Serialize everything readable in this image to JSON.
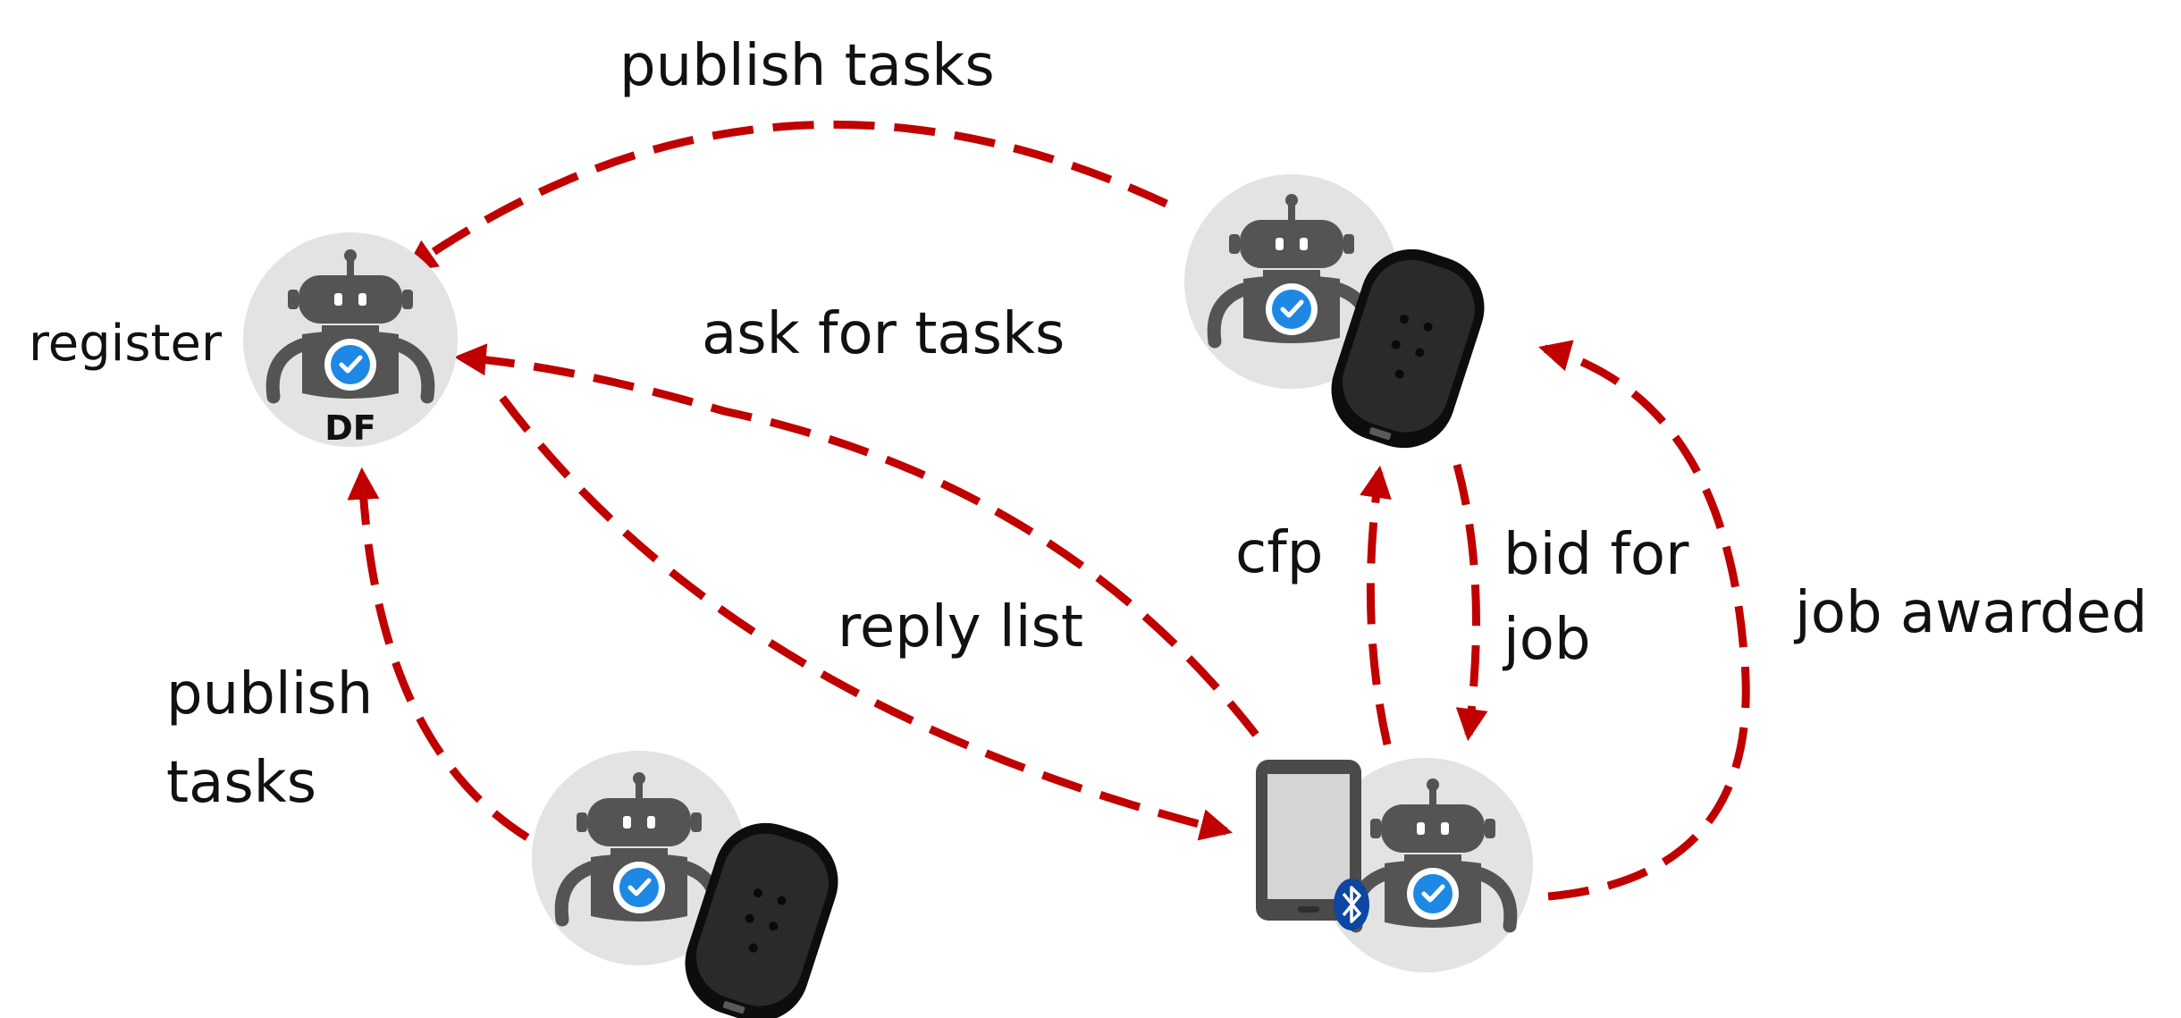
{
  "nodes": {
    "df_agent": {
      "caption": "DF",
      "side_label": "register"
    },
    "agent_top_right": {},
    "agent_bottom_left": {},
    "agent_bottom_right": {}
  },
  "edges": {
    "publish_tasks_top": "publish tasks",
    "ask_for_tasks": "ask for tasks",
    "reply_list": "reply list",
    "publish_tasks_left": [
      "publish",
      "tasks"
    ],
    "cfp": "cfp",
    "bid_for_job": [
      "bid for",
      "job"
    ],
    "job_awarded": "job awarded"
  },
  "colors": {
    "arrow": "#c00000",
    "node_circle": "#e3e3e3",
    "robot": "#545454",
    "badge": "#1e88e5",
    "beacon": "#222222",
    "phone": "#4a4a4a",
    "bluetooth": "#0d47a1"
  }
}
